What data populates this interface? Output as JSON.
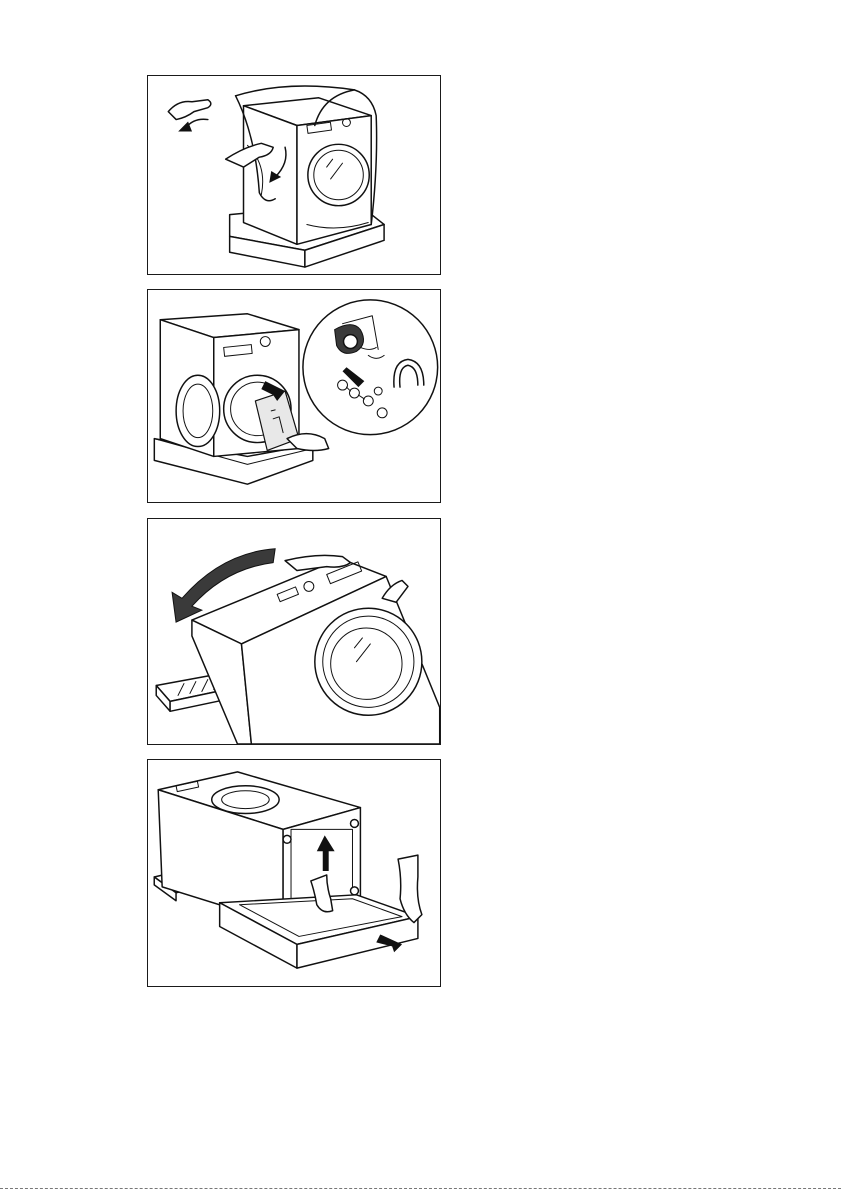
{
  "figures": [
    {
      "id": "step-1",
      "icon": "remove-plastic-cover-illustration"
    },
    {
      "id": "step-2",
      "icon": "remove-accessory-bag-illustration"
    },
    {
      "id": "step-3",
      "icon": "tilt-appliance-backward-illustration"
    },
    {
      "id": "step-4",
      "icon": "remove-base-packaging-illustration"
    }
  ]
}
